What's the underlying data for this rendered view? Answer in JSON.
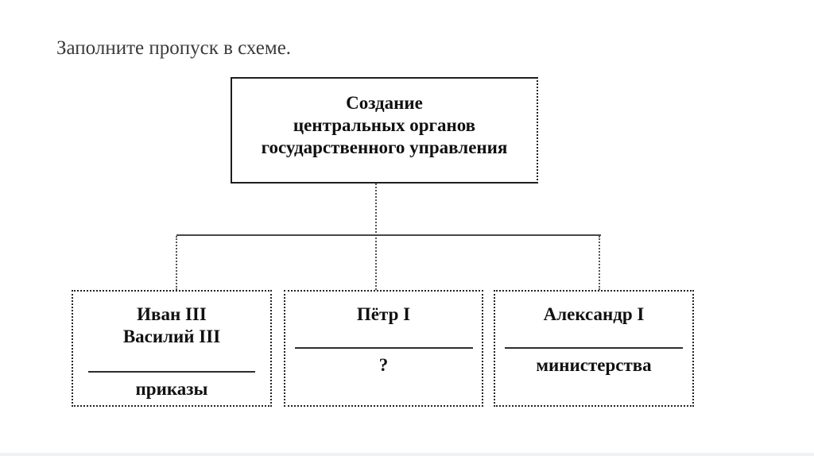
{
  "instruction": "Заполните пропуск в схеме.",
  "scheme": {
    "root": {
      "lines": [
        "Создание",
        "центральных органов",
        "государственного управления"
      ]
    },
    "nodes": [
      {
        "names": [
          "Иван III",
          "Василий III"
        ],
        "answer": "приказы"
      },
      {
        "names": [
          "Пётр I"
        ],
        "answer": "?"
      },
      {
        "names": [
          "Александр I"
        ],
        "answer": "министерства"
      }
    ]
  }
}
